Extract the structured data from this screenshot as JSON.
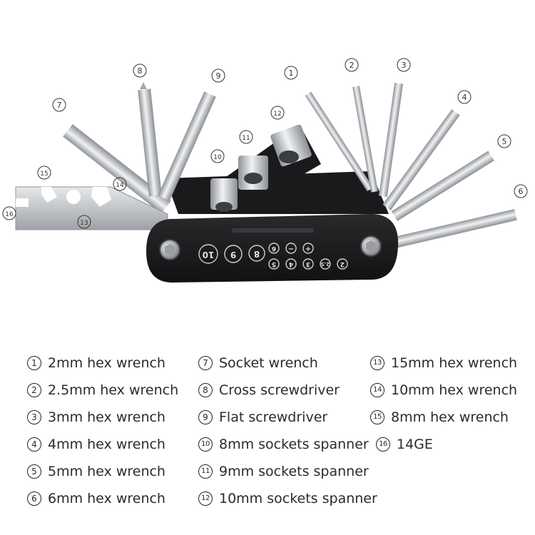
{
  "callouts": [
    "1",
    "2",
    "3",
    "4",
    "5",
    "6",
    "7",
    "8",
    "9",
    "10",
    "11",
    "12",
    "13",
    "14",
    "15",
    "16"
  ],
  "body_markings": {
    "sockets": [
      "10",
      "9",
      "8"
    ],
    "symbols": [
      "−",
      "+"
    ],
    "hex_row_top": [
      "6"
    ],
    "hex_row_bottom": [
      "5",
      "4",
      "3",
      "2.5",
      "2"
    ]
  },
  "legend": [
    {
      "num": "1",
      "label": "2mm hex wrench"
    },
    {
      "num": "2",
      "label": "2.5mm hex wrench"
    },
    {
      "num": "3",
      "label": "3mm hex wrench"
    },
    {
      "num": "4",
      "label": "4mm hex wrench"
    },
    {
      "num": "5",
      "label": "5mm hex wrench"
    },
    {
      "num": "6",
      "label": "6mm hex wrench"
    },
    {
      "num": "7",
      "label": "Socket wrench"
    },
    {
      "num": "8",
      "label": "Cross screwdriver"
    },
    {
      "num": "9",
      "label": "Flat screwdriver"
    },
    {
      "num": "10",
      "label": "8mm sockets spanner"
    },
    {
      "num": "11",
      "label": "9mm sockets spanner"
    },
    {
      "num": "12",
      "label": "10mm sockets spanner"
    },
    {
      "num": "13",
      "label": "15mm hex wrench"
    },
    {
      "num": "14",
      "label": "10mm hex wrench"
    },
    {
      "num": "15",
      "label": "8mm hex wrench"
    },
    {
      "num": "16",
      "label": "14GE"
    }
  ],
  "colors": {
    "body": "#1c1c1e",
    "steel": "#c9ccd0",
    "steel_dark": "#8e9297",
    "bg": "#ffffff"
  }
}
